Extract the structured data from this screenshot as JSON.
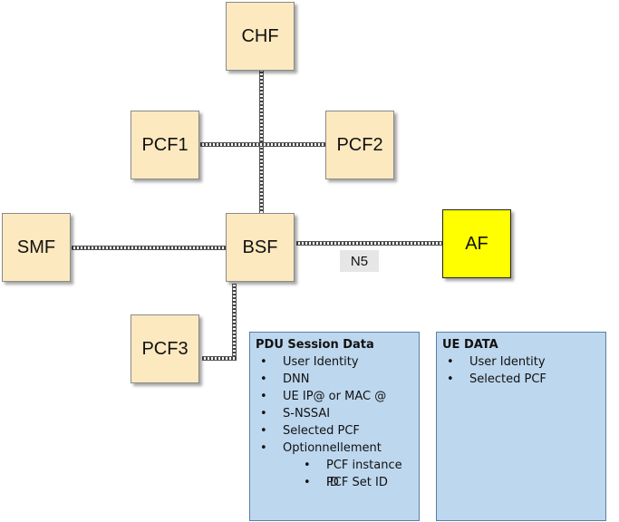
{
  "nodes": {
    "chf": "CHF",
    "pcf1": "PCF1",
    "pcf2": "PCF2",
    "smf": "SMF",
    "bsf": "BSF",
    "af": "AF",
    "pcf3": "PCF3"
  },
  "interfaces": {
    "n5": "N5"
  },
  "colors": {
    "node_fill": "#fde9bf",
    "af_fill": "#ffff00",
    "panel_fill": "#bdd7ee"
  },
  "pdu_session_data": {
    "title": "PDU Session Data",
    "items": [
      "User Identity",
      "DNN",
      "UE IP@ or MAC @",
      "S-NSSAI",
      "Selected PCF",
      "Optionnellement"
    ],
    "sub_items": [
      "PCF instance ID",
      "PCF Set ID"
    ]
  },
  "ue_data": {
    "title": "UE DATA",
    "items": [
      "User Identity",
      "Selected PCF"
    ]
  }
}
